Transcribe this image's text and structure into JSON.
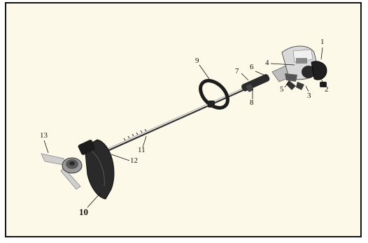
{
  "figure": {
    "background": "#fcf9e9",
    "border_color": "#111111",
    "ink_color": "#111111"
  },
  "callouts": [
    {
      "id": "1",
      "label": "1"
    },
    {
      "id": "2",
      "label": "2"
    },
    {
      "id": "3",
      "label": "3"
    },
    {
      "id": "4",
      "label": "4"
    },
    {
      "id": "5",
      "label": "5"
    },
    {
      "id": "6",
      "label": "6"
    },
    {
      "id": "7",
      "label": "7"
    },
    {
      "id": "8",
      "label": "8"
    },
    {
      "id": "9",
      "label": "9"
    },
    {
      "id": "10",
      "label": "10"
    },
    {
      "id": "11",
      "label": "11"
    },
    {
      "id": "12",
      "label": "12"
    },
    {
      "id": "13",
      "label": "13"
    }
  ]
}
